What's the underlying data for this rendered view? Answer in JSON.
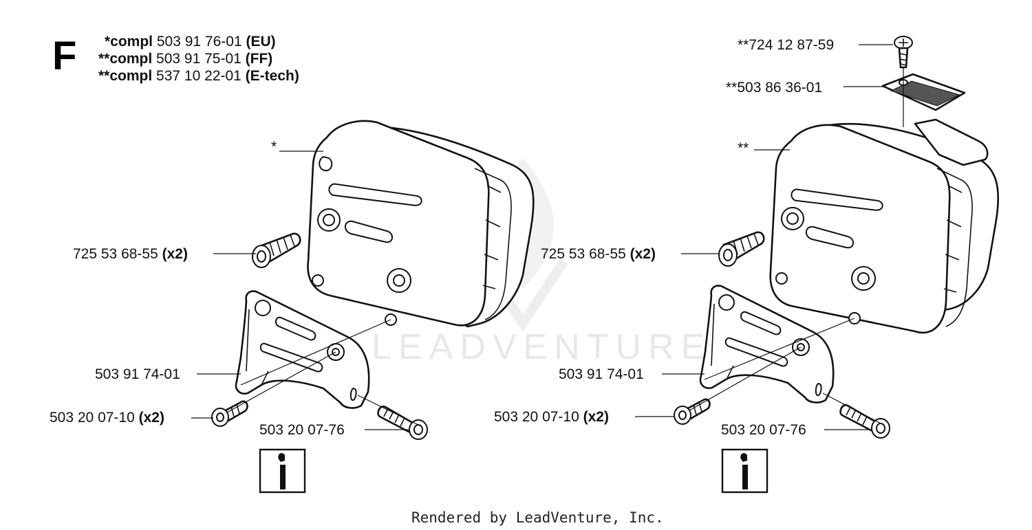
{
  "section_letter": "F",
  "header": [
    {
      "prefix": "*compl",
      "number": "503 91 76-01",
      "variant": "(EU)"
    },
    {
      "prefix": "**compl",
      "number": "503 91 75-01",
      "variant": "(FF)"
    },
    {
      "prefix": "**compl",
      "number": "537 10 22-01",
      "variant": "(E-tech)"
    }
  ],
  "left": {
    "star_label": "*",
    "bolt": {
      "number": "725 53 68-55",
      "qty": "(x2)"
    },
    "bracket": {
      "number": "503 91 74-01"
    },
    "small_screw": {
      "number": "503 20 07-10",
      "qty": "(x2)"
    },
    "screw": {
      "number": "503 20 07-76"
    }
  },
  "right": {
    "top_screw": {
      "number": "**724 12 87-59"
    },
    "screen": {
      "number": "**503 86 36-01"
    },
    "star_label": "**",
    "bolt": {
      "number": "725 53 68-55",
      "qty": "(x2)"
    },
    "bracket": {
      "number": "503 91 74-01"
    },
    "small_screw": {
      "number": "503 20 07-10",
      "qty": "(x2)"
    },
    "screw": {
      "number": "503 20 07-76"
    }
  },
  "watermark": "LEADVENTURE",
  "footer": "Rendered by LeadVenture, Inc."
}
